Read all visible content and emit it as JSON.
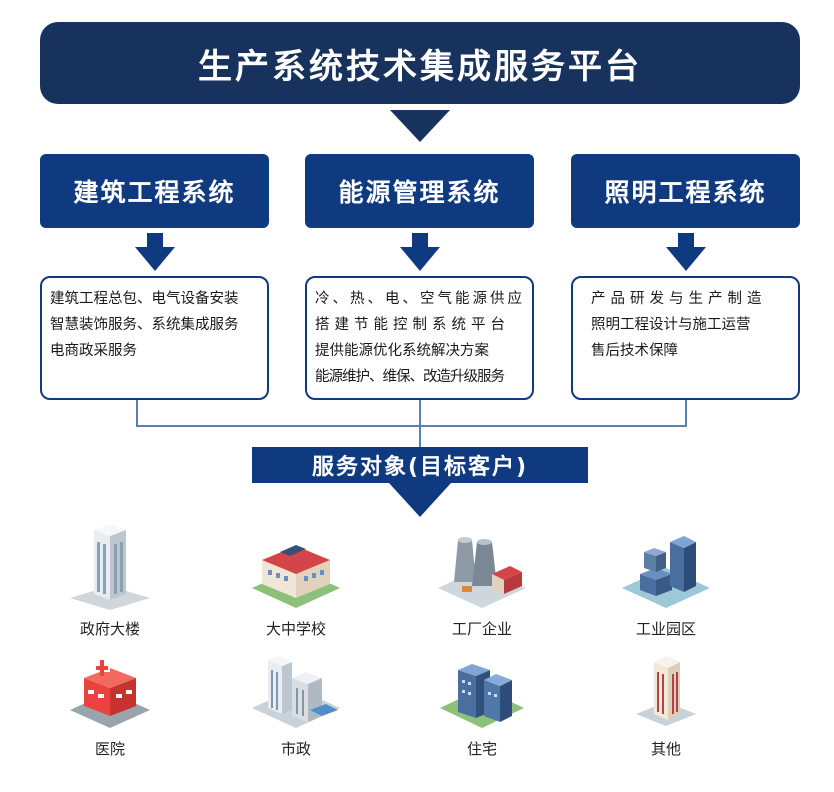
{
  "header": {
    "title": "生产系统技术集成服务平台"
  },
  "systems": [
    {
      "title": "建筑工程系统",
      "lines": [
        "建筑工程总包、电气设备安装",
        "智慧装饰服务、系统集成服务",
        "电商政采服务"
      ]
    },
    {
      "title": "能源管理系统",
      "lines": [
        "冷、热、电、空气能源供应",
        "搭建节能控制系统平台",
        "提供能源优化系统解决方案",
        "能源维护、维保、改造升级服务"
      ]
    },
    {
      "title": "照明工程系统",
      "lines": [
        "产品研发与生产制造",
        "照明工程设计与施工运营",
        "售后技术保障"
      ]
    }
  ],
  "service": {
    "title": "服务对象(目标客户)"
  },
  "clients": [
    {
      "label": "政府大楼",
      "icon": "government-building-icon"
    },
    {
      "label": "大中学校",
      "icon": "school-icon"
    },
    {
      "label": "工厂企业",
      "icon": "factory-icon"
    },
    {
      "label": "工业园区",
      "icon": "industrial-park-icon"
    },
    {
      "label": "医院",
      "icon": "hospital-icon"
    },
    {
      "label": "市政",
      "icon": "municipal-icon"
    },
    {
      "label": "住宅",
      "icon": "residential-icon"
    },
    {
      "label": "其他",
      "icon": "other-building-icon"
    }
  ],
  "colors": {
    "navy": "#17325c",
    "blue": "#103a80",
    "connector": "#5a7fb3"
  }
}
